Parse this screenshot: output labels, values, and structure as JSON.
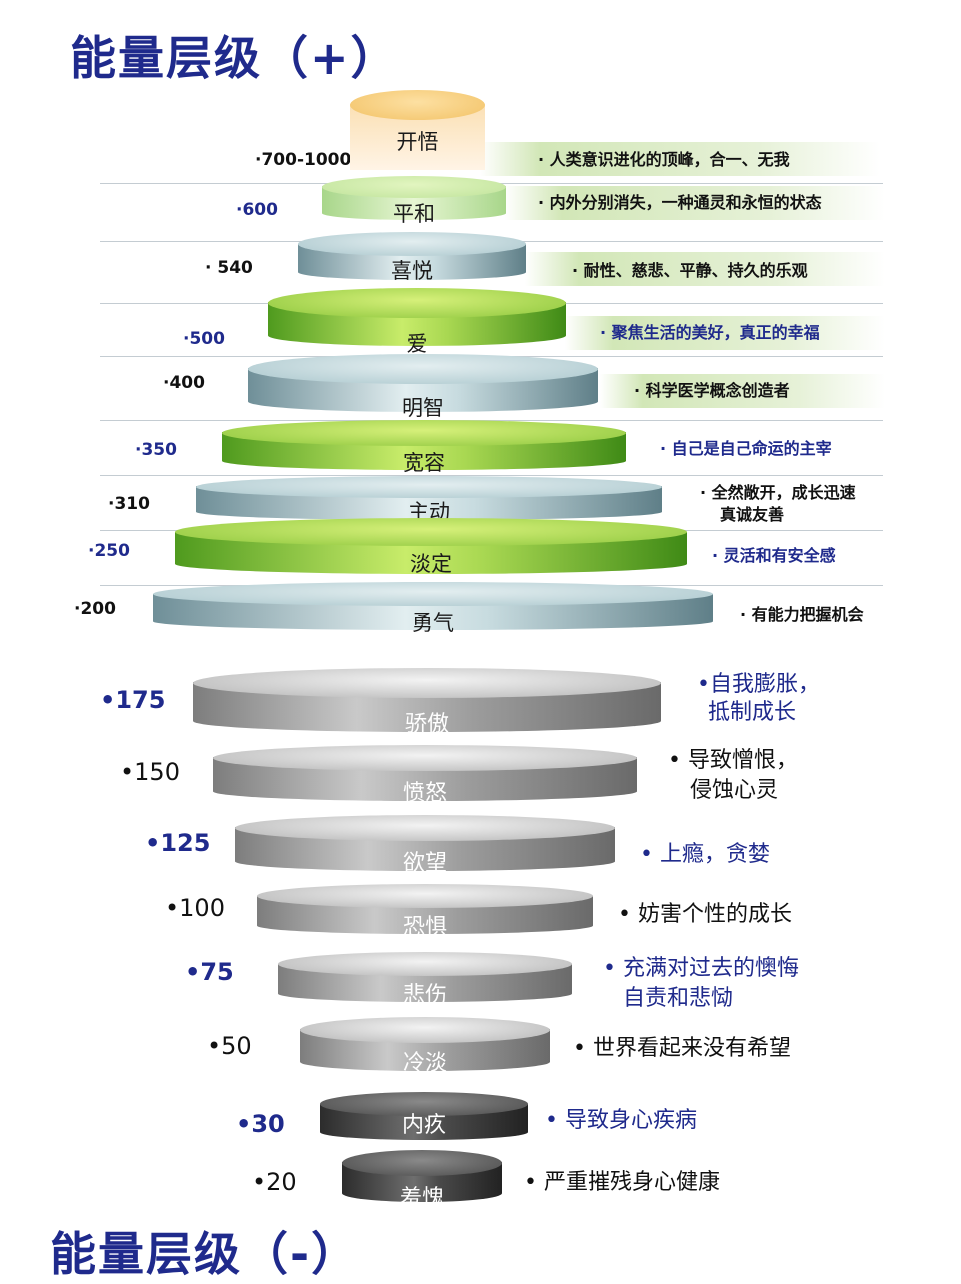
{
  "titles": {
    "top": "能量层级（+）",
    "bottom": "能量层级（-）"
  },
  "colors": {
    "title_blue": "#1f2a8c",
    "green": "#8cc63c",
    "teal": "#a9c6cc",
    "gray": "#b3b3b3",
    "orange": "#f2c266"
  },
  "positive_levels": [
    {
      "value": "·700-1000",
      "name": "开悟",
      "desc": "· 人类意识进化的顶峰，合一、无我",
      "theme": "orange"
    },
    {
      "value": "·600",
      "name": "平和",
      "desc": "· 内外分别消失，一种通灵和永恒的状态",
      "theme": "mint"
    },
    {
      "value": "· 540",
      "name": "喜悦",
      "desc": "· 耐性、慈悲、平静、持久的乐观",
      "theme": "teal"
    },
    {
      "value": "·500",
      "name": "爱",
      "desc": "· 聚焦生活的美好，真正的幸福",
      "theme": "green"
    },
    {
      "value": "·400",
      "name": "明智",
      "desc": "· 科学医学概念创造者",
      "theme": "teal"
    },
    {
      "value": "·350",
      "name": "宽容",
      "desc": "· 自己是自己命运的主宰",
      "theme": "green"
    },
    {
      "value": "·310",
      "name": "主动",
      "desc": "· 全然敞开，成长迅速",
      "desc2": "真诚友善",
      "theme": "teal"
    },
    {
      "value": "·250",
      "name": "淡定",
      "desc": "· 灵活和有安全感",
      "theme": "green"
    },
    {
      "value": "·200",
      "name": "勇气",
      "desc": "· 有能力把握机会",
      "theme": "teal"
    }
  ],
  "negative_levels": [
    {
      "value": "•175",
      "name": "骄傲",
      "desc": "•自我膨胀，",
      "desc2": "抵制成长",
      "theme": "gray"
    },
    {
      "value": "•150",
      "name": "愤怒",
      "desc": "• 导致憎恨，",
      "desc2": "侵蚀心灵",
      "theme": "gray"
    },
    {
      "value": "•125",
      "name": "欲望",
      "desc": "• 上瘾，贪婪",
      "theme": "gray"
    },
    {
      "value": "•100",
      "name": "恐惧",
      "desc": "• 妨害个性的成长",
      "theme": "gray"
    },
    {
      "value": "•75",
      "name": "悲伤",
      "desc": "• 充满对过去的懊悔",
      "desc2": "自责和悲恸",
      "theme": "gray"
    },
    {
      "value": "•50",
      "name": "冷淡",
      "desc": "• 世界看起来没有希望",
      "theme": "gray"
    },
    {
      "value": "•30",
      "name": "内疚",
      "desc": "• 导致身心疾病",
      "theme": "dark"
    },
    {
      "value": "•20",
      "name": "羞愧",
      "desc": "• 严重摧残身心健康",
      "theme": "dark"
    }
  ]
}
